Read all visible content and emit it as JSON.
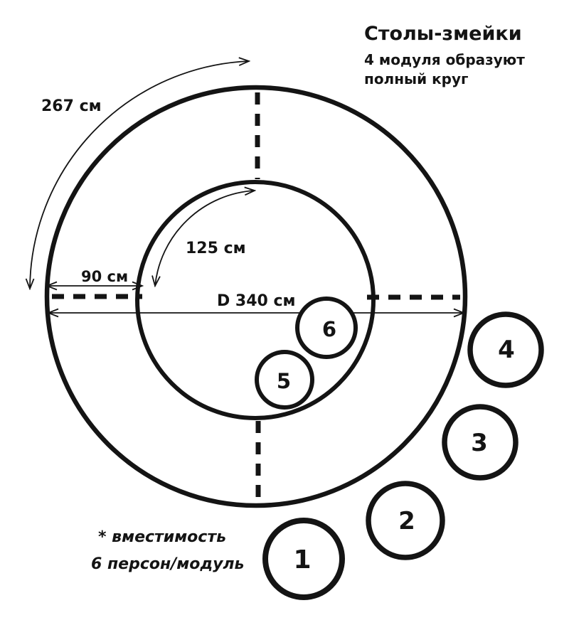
{
  "title": {
    "heading": "Столы-змейки",
    "subtitle_line1": "4 модуля образуют",
    "subtitle_line2": "полный круг"
  },
  "dimensions": {
    "outer_arc_length": "267 см",
    "module_width": "90 см",
    "inner_arc_length": "125 см",
    "diameter": "D 340 см"
  },
  "module_markers": [
    {
      "label": "1"
    },
    {
      "label": "2"
    },
    {
      "label": "3"
    },
    {
      "label": "4"
    }
  ],
  "table_markers": [
    {
      "label": "5"
    },
    {
      "label": "6"
    }
  ],
  "footnote": {
    "line1": "* вместимость",
    "line2": "6 персон/модуль"
  },
  "colors": {
    "ink": "#141414",
    "background": "#ffffff"
  }
}
